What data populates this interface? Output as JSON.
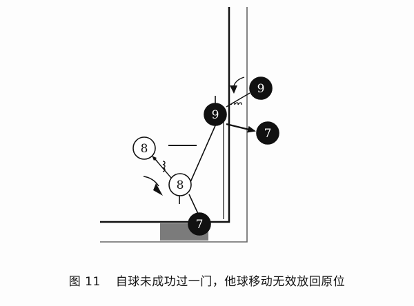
{
  "caption": {
    "figure_number": "图 11",
    "text": "自球未成功过一门，他球移动无效放回原位"
  },
  "balls": [
    {
      "id": "ball-8-original",
      "label": "8",
      "style": "white"
    },
    {
      "id": "ball-8-moved",
      "label": "8",
      "style": "white"
    },
    {
      "id": "ball-9-moved",
      "label": "9",
      "style": "black"
    },
    {
      "id": "ball-9-original",
      "label": "9",
      "style": "black"
    },
    {
      "id": "ball-7-moved",
      "label": "7",
      "style": "black"
    },
    {
      "id": "ball-7-original",
      "label": "7",
      "style": "black"
    }
  ],
  "colors": {
    "line": "#111111",
    "field_border": "#555555",
    "shaded": "#7a7a7a",
    "ball_black": "#111111",
    "ball_white": "#ffffff"
  }
}
